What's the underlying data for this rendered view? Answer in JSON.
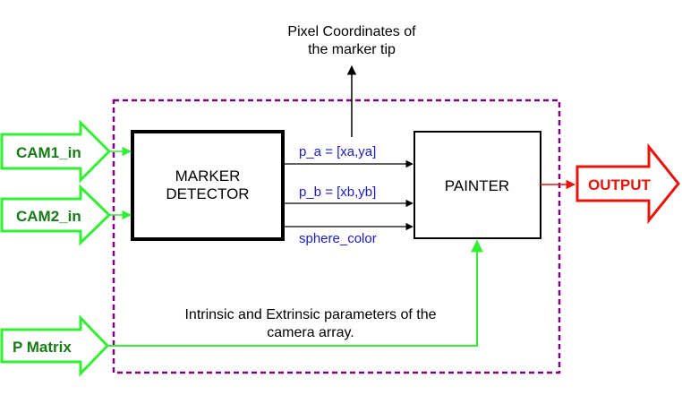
{
  "top_note": {
    "line1": "Pixel Coordinates of",
    "line2": "the marker tip"
  },
  "inputs": {
    "cam1": "CAM1_in",
    "cam2": "CAM2_in",
    "pmatrix": "P Matrix"
  },
  "blocks": {
    "detector_line1": "MARKER",
    "detector_line2": "DETECTOR",
    "painter": "PAINTER"
  },
  "signals": {
    "p_a": "p_a = [xa,ya]",
    "p_b": "p_b = [xb,yb]",
    "sphere_color": "sphere_color"
  },
  "bottom_note": {
    "line1": "Intrinsic and Extrinsic parameters of the",
    "line2": "camera array."
  },
  "output": "OUTPUT",
  "colors": {
    "input_arrow_stroke": "#33ee33",
    "input_label": "#167a16",
    "output_arrow_stroke": "#e8140c",
    "signal_label": "#1a1ad0",
    "boundary": "#800080",
    "block_stroke": "#000000"
  }
}
